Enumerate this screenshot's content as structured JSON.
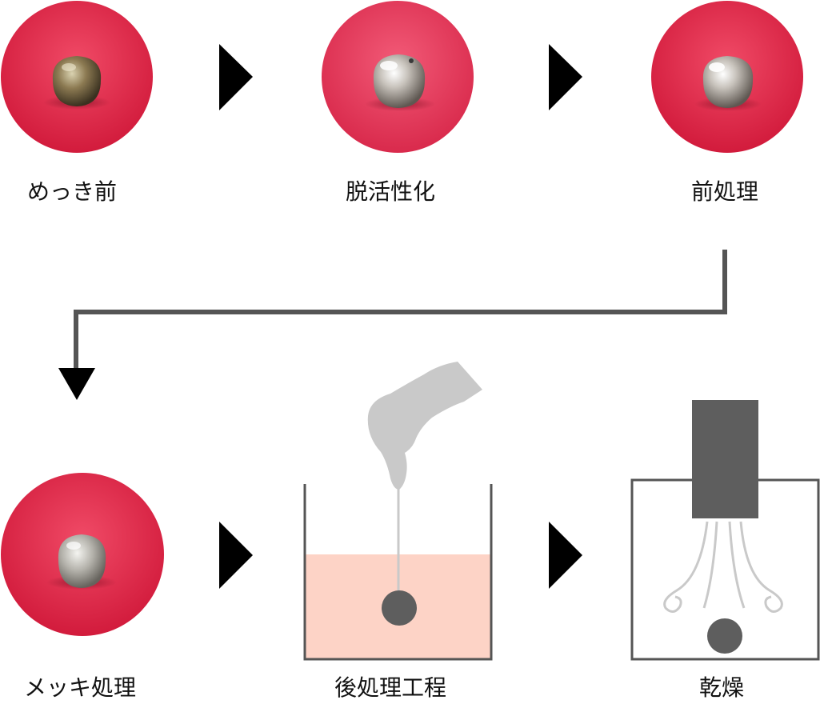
{
  "steps": [
    {
      "label": "めっき前",
      "visual": "photo-tarnished-ball"
    },
    {
      "label": "脱活性化",
      "visual": "photo-shiny-ball"
    },
    {
      "label": "前処理",
      "visual": "photo-shiny-ball"
    },
    {
      "label": "メッキ処理",
      "visual": "photo-plated-ball"
    },
    {
      "label": "後処理工程",
      "visual": "beaker-with-hand"
    },
    {
      "label": "乾燥",
      "visual": "dryer-box"
    }
  ],
  "colors": {
    "photo_background": "#e8334e",
    "arrow": "#000000",
    "connector": "#555555",
    "liquid": "#fdd3c6",
    "hand": "#c9c9c9",
    "dryer_block": "#5e5e5e",
    "ball": "#5e5e5e"
  }
}
